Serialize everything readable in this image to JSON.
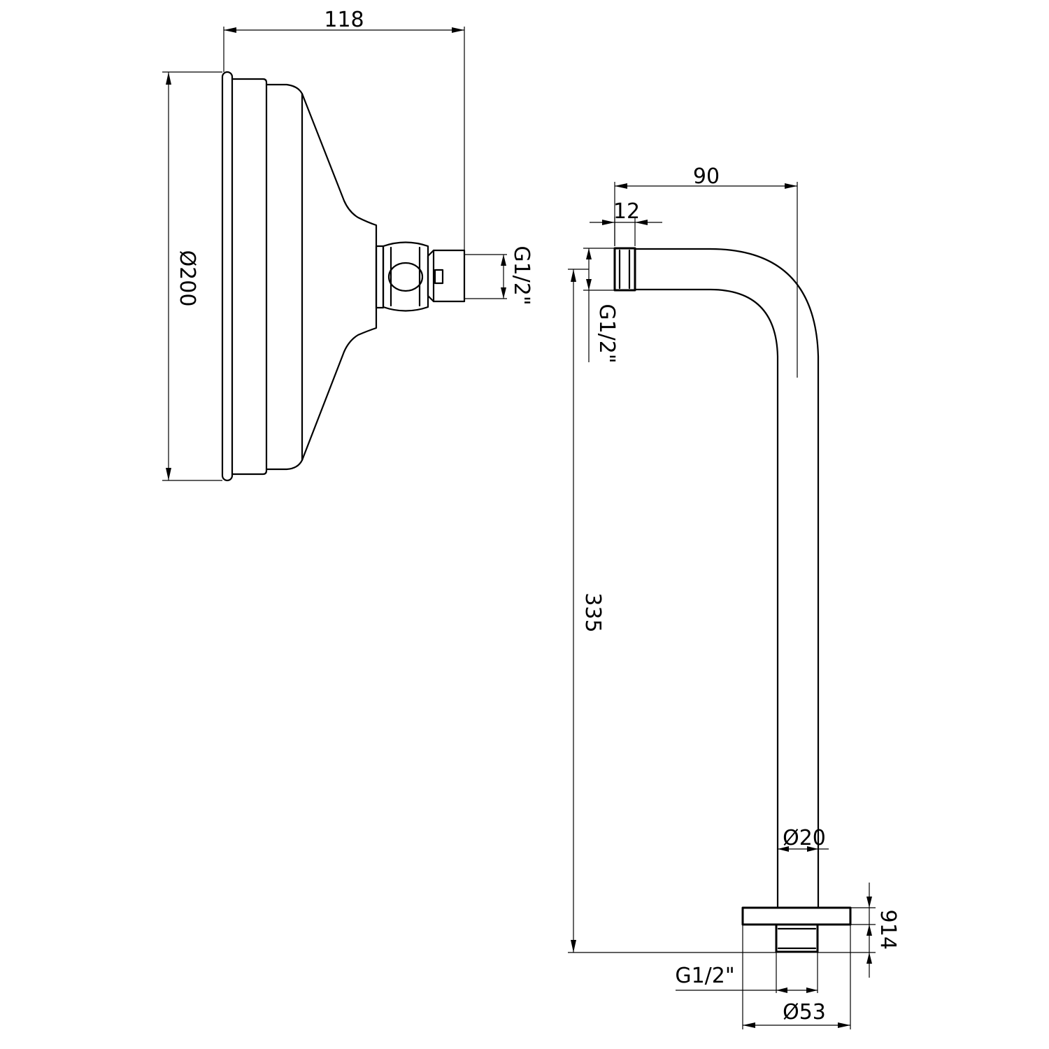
{
  "dimensions": {
    "head_depth": "118",
    "head_diameter": "Ø200",
    "head_thread": "G1/2\"",
    "arm_reach": "90",
    "arm_thread_length": "12",
    "arm_outlet_thread": "G1/2\"",
    "arm_height": "335",
    "pipe_diameter": "Ø20",
    "flange_thickness": "9",
    "flange_offset": "14",
    "base_thread": "G1/2\"",
    "flange_diameter": "Ø53"
  }
}
